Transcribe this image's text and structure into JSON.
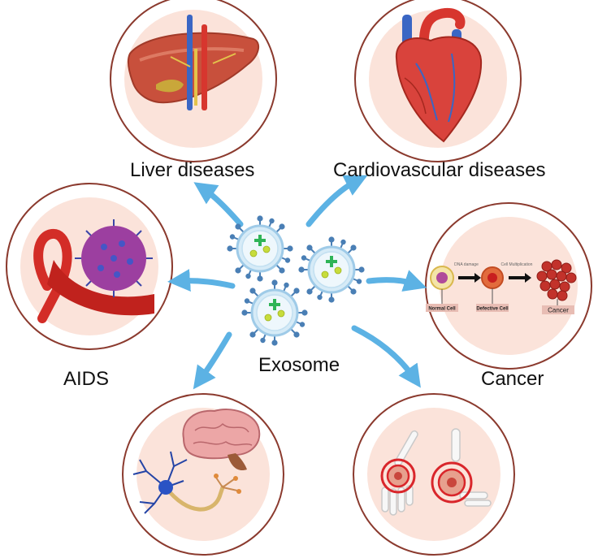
{
  "center": {
    "label": "Exosome"
  },
  "diseases": {
    "liver": {
      "label": "Liver diseases"
    },
    "cardio": {
      "label": "Cardiovascular diseases"
    },
    "aids": {
      "label": "AIDS"
    },
    "cancer": {
      "label": "Cancer",
      "stage_labels": [
        "Normal Cell",
        "Defective Cell",
        "Cancer"
      ],
      "arrow_labels": [
        "DNA damage",
        "Cell Multiplication"
      ]
    }
  },
  "colors": {
    "circle_border": "#8b3a2e",
    "circle_fill": "#fbe3da",
    "arrow": "#5cb2e4",
    "exosome_membrane": "#a9d3ec",
    "exosome_spikes": "#4a7fb5",
    "exosome_plus": "#2fb457",
    "exosome_dots": "#c7dc3c"
  }
}
